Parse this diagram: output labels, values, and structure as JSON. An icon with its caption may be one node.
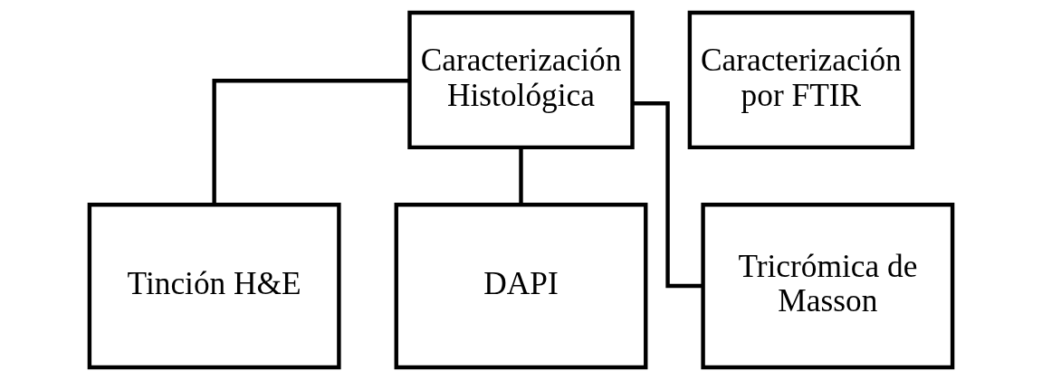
{
  "diagram": {
    "nodes": [
      {
        "text": [
          "Caracterización Histológica"
        ]
      },
      {
        "text": [
          "Caracterización por FTIR"
        ]
      },
      {
        "text": [
          "Tinción H&E"
        ]
      },
      {
        "text": [
          "DAPI"
        ]
      },
      {
        "text": [
          "Tricrómica de Masson"
        ]
      }
    ],
    "edges": [
      {
        "from": 0,
        "to": 2,
        "arrow": "none"
      },
      {
        "from": 0,
        "to": 3,
        "arrow": "none"
      },
      {
        "from": 0,
        "to": 4,
        "arrow": "none"
      }
    ]
  }
}
